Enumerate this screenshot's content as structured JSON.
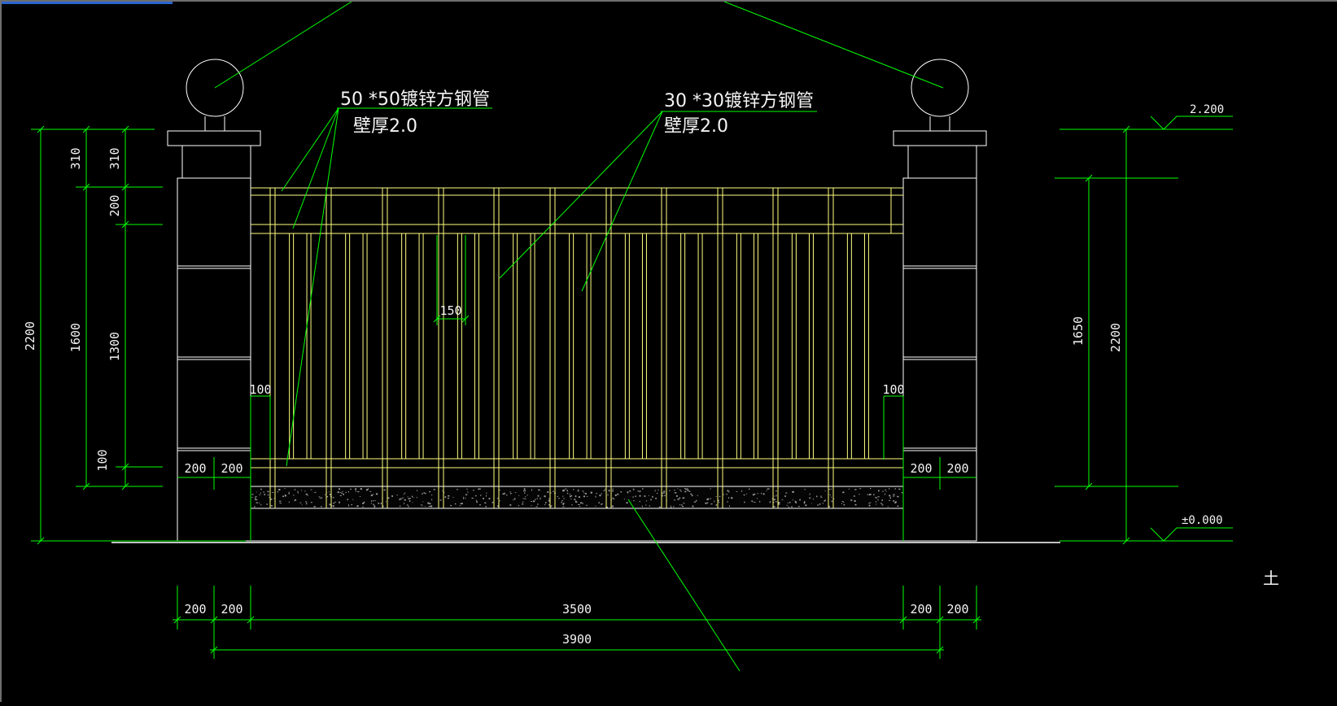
{
  "drawing": {
    "annotations": {
      "tube_50": "50 *50镀锌方钢管",
      "tube_50_wall": "壁厚2.0",
      "tube_30": "30 *30镀锌方钢管",
      "tube_30_wall": "壁厚2.0"
    },
    "levels": {
      "top": "2.200",
      "ground": "±0.000"
    },
    "dims": {
      "left_outer_total": "2200",
      "left_cap_a": "310",
      "left_cap_b": "310",
      "left_1600": "1600",
      "left_200": "200",
      "left_1300": "1300",
      "left_100": "100",
      "right_1650": "1650",
      "right_2200": "2200",
      "bar_spacing": "150",
      "gap_left": "100",
      "gap_right": "100",
      "base_l1": "200",
      "base_l2": "200",
      "base_r1": "200",
      "base_r2": "200",
      "bottom_l1": "200",
      "bottom_l2": "200",
      "bottom_span": "3500",
      "bottom_r1": "200",
      "bottom_r2": "200",
      "bottom_total": "3900"
    },
    "edge_glyph": "土",
    "colors": {
      "bg": "#000000",
      "leader": "#00ff00",
      "steel": "#ffff80",
      "outline": "#ffffff"
    }
  }
}
